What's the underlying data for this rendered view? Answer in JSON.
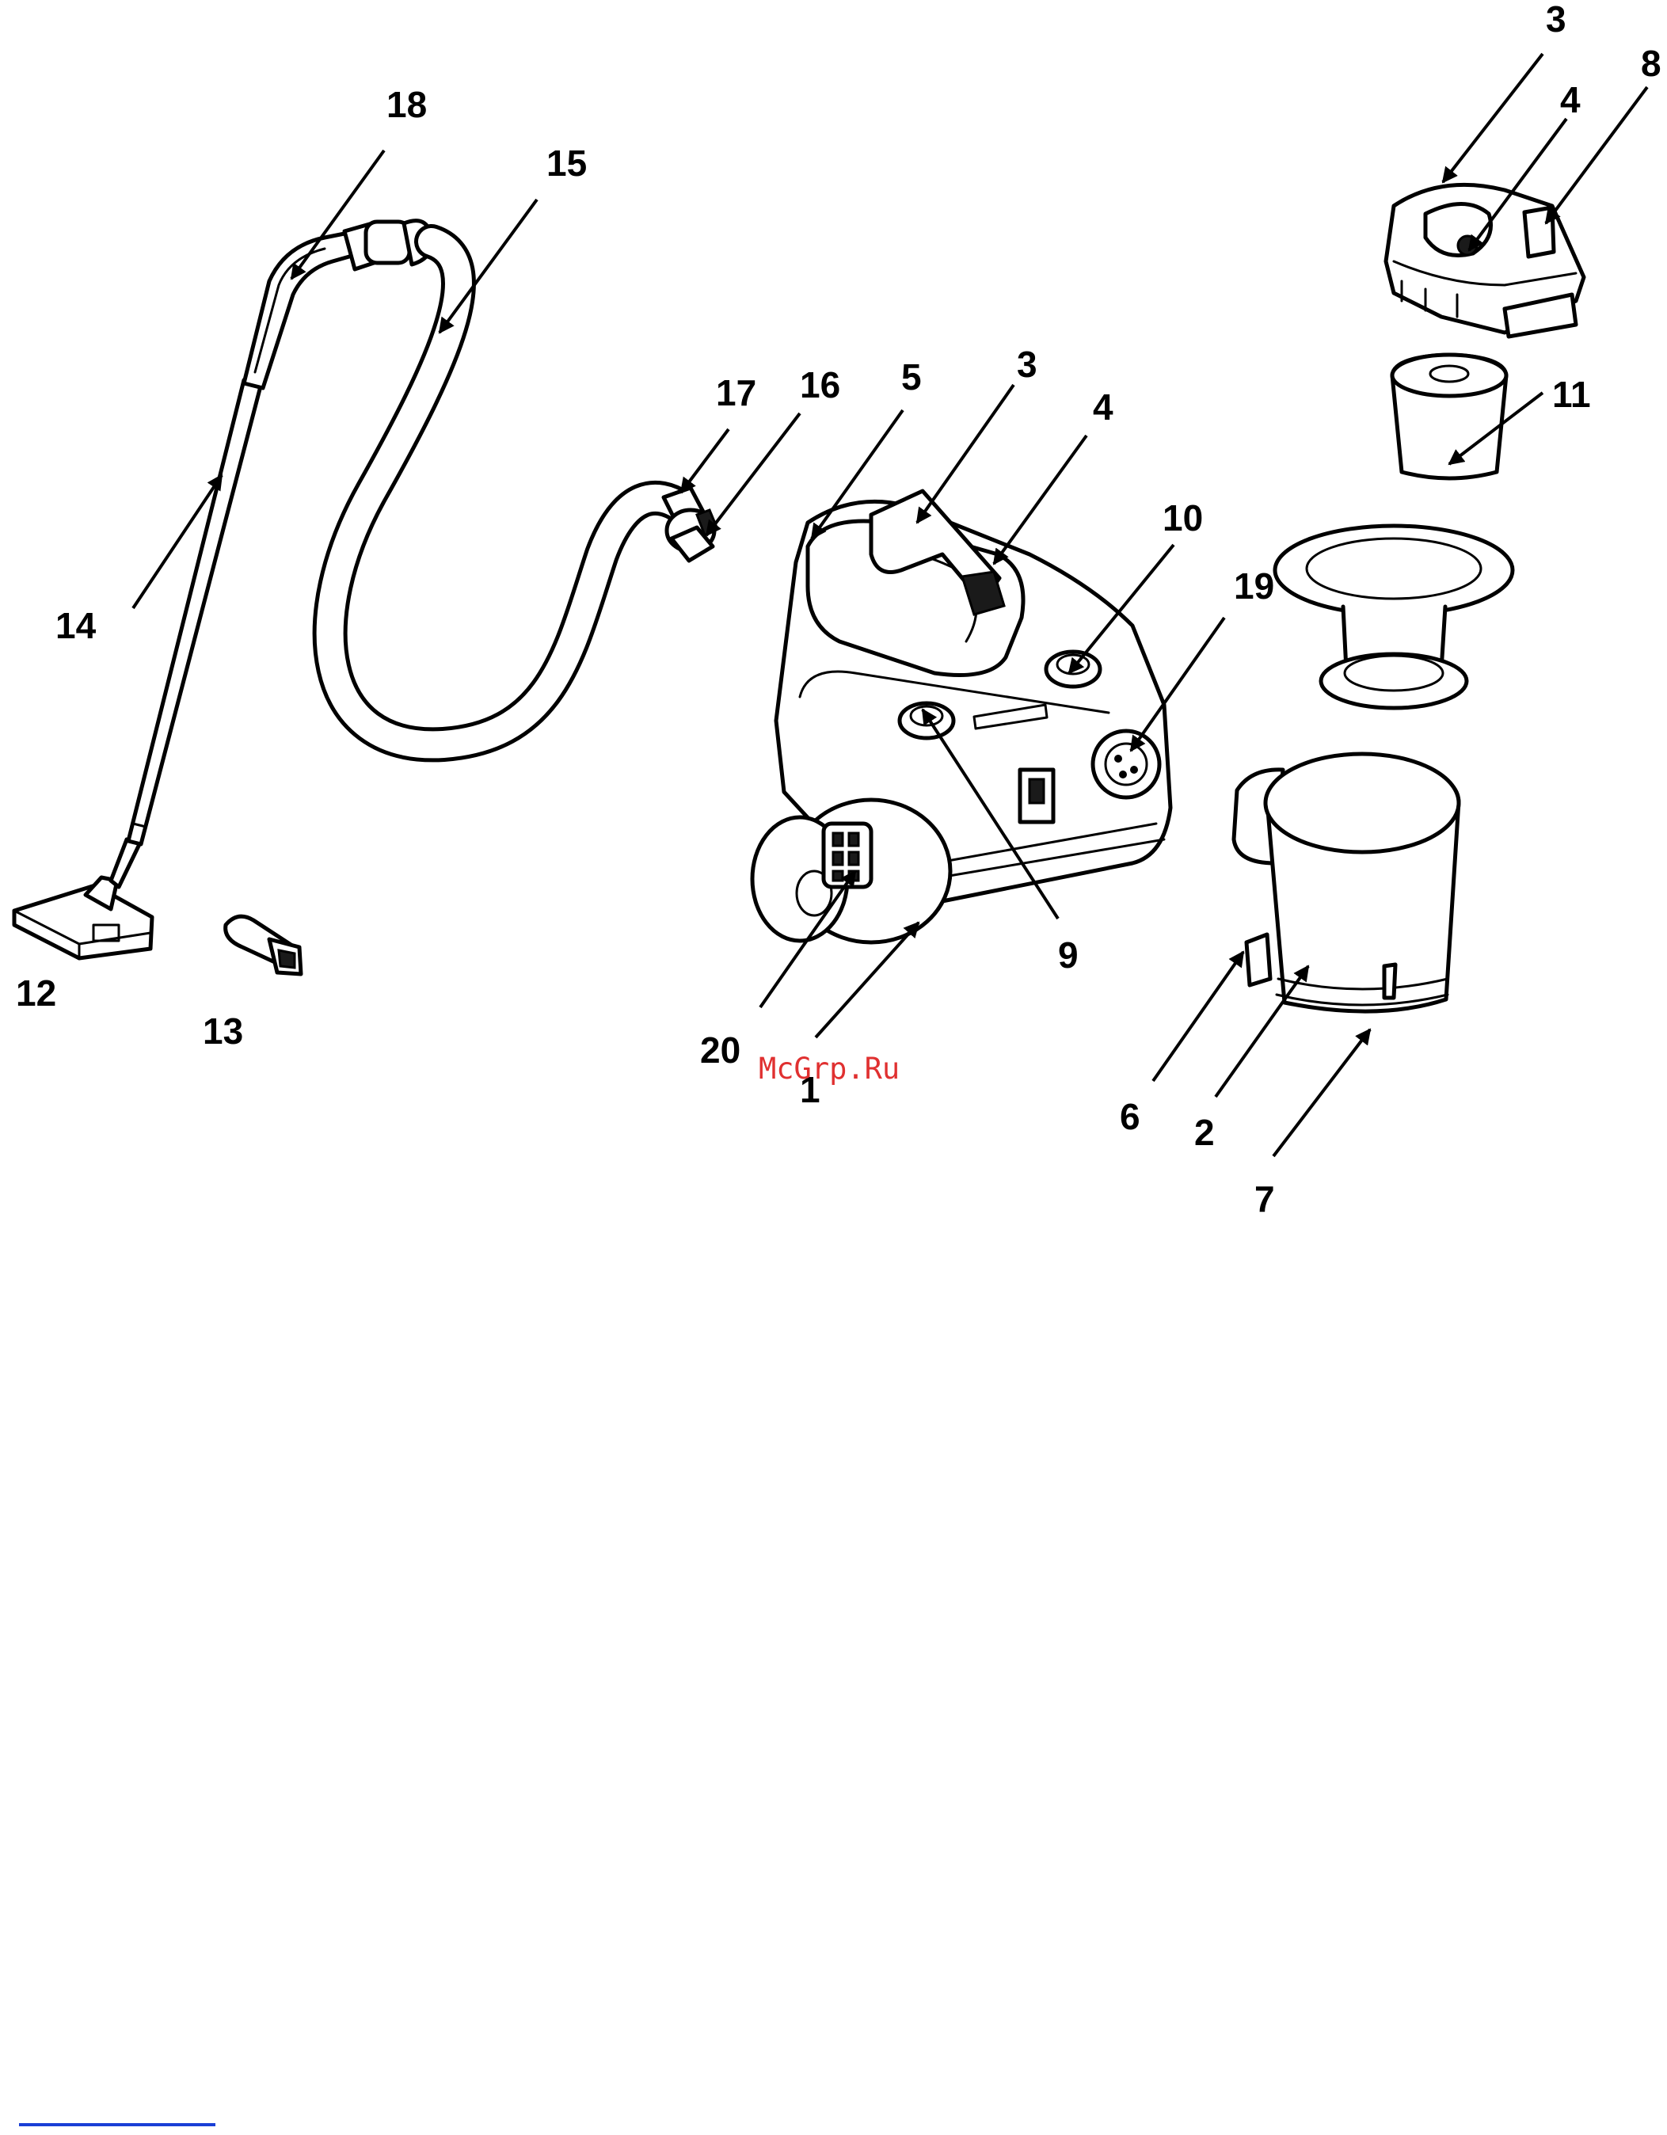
{
  "labels": {
    "l1": "1",
    "l2": "2",
    "l3_top": "3",
    "l3": "3",
    "l4_top": "4",
    "l4": "4",
    "l5": "5",
    "l6": "6",
    "l7": "7",
    "l8": "8",
    "l9": "9",
    "l10": "10",
    "l11": "11",
    "l12": "12",
    "l13": "13",
    "l14": "14",
    "l15": "15",
    "l16": "16",
    "l17": "17",
    "l18": "18",
    "l19": "19",
    "l20": "20"
  },
  "watermark": "McGrp.Ru",
  "colors": {
    "line": "#000000",
    "watermark": "#e03030",
    "footer_line": "#1a3fd6"
  }
}
